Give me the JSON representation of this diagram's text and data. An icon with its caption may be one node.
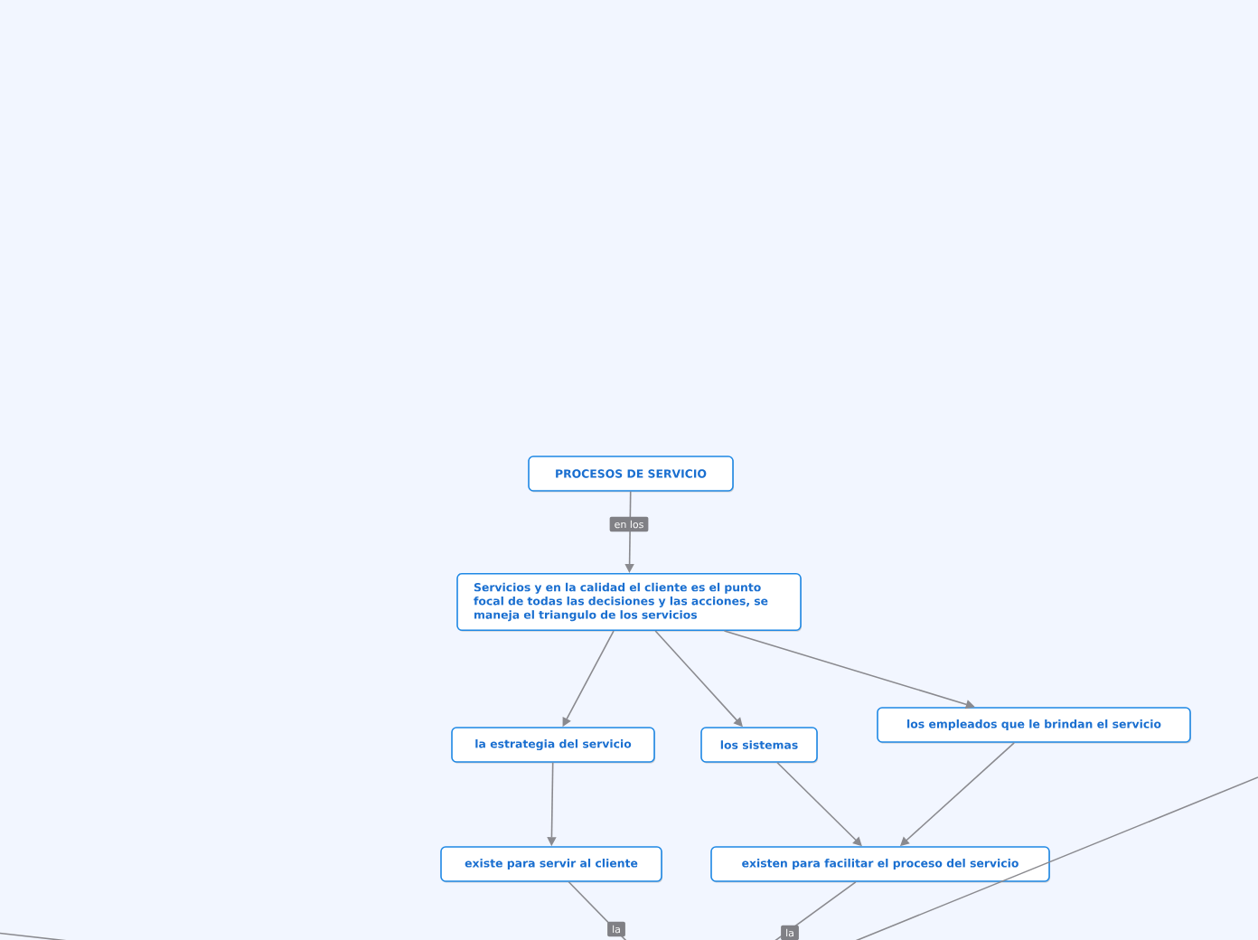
{
  "diagram": {
    "nodes": [
      {
        "text": [
          "PROCESOS DE SERVICIO"
        ]
      },
      {
        "text": [
          "Servicios y en la calidad el cliente es el punto focal de todas las decisiones y las acciones, se maneja el triangulo de los servicios"
        ]
      },
      {
        "text": [
          "la estrategia del servicio"
        ]
      },
      {
        "text": [
          "los sistemas"
        ]
      },
      {
        "text": [
          "los empleados que le brindan el servicio"
        ]
      },
      {
        "text": [
          "existe para servir al cliente"
        ]
      },
      {
        "text": [
          "existen para facilitar el proceso del servicio"
        ]
      }
    ],
    "edges": [
      {
        "from": 0,
        "to": 1,
        "arrow": "to",
        "label": "en los"
      },
      {
        "from": 1,
        "to": 2,
        "arrow": "to"
      },
      {
        "from": 1,
        "to": 3,
        "arrow": "to"
      },
      {
        "from": 1,
        "to": 4,
        "arrow": "to"
      },
      {
        "from": 2,
        "to": 5,
        "arrow": "to"
      },
      {
        "from": 3,
        "to": 6,
        "arrow": "to"
      },
      {
        "from": 4,
        "to": 6,
        "arrow": "to"
      },
      {
        "from": 5,
        "to": null,
        "arrow": "none",
        "label": "la"
      },
      {
        "from": 6,
        "to": null,
        "arrow": "none",
        "label": "la"
      }
    ]
  }
}
